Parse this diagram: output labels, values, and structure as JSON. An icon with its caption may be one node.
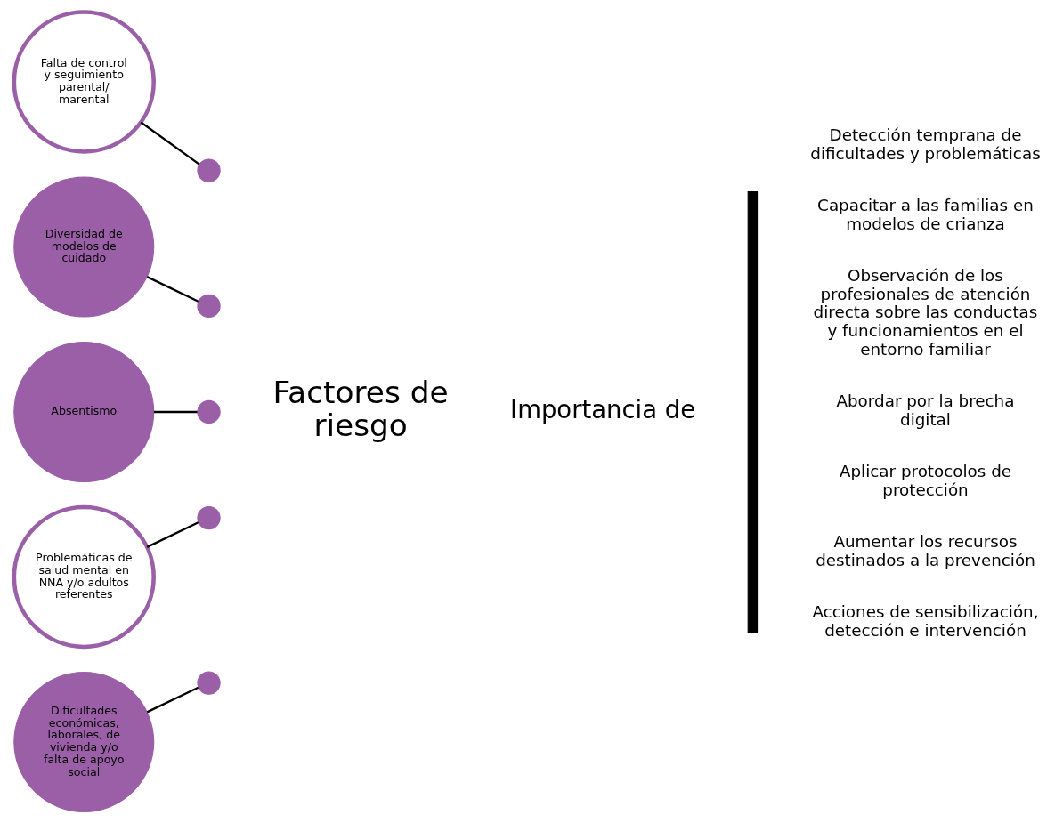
{
  "diagram": {
    "nodes": [
      {
        "text": [
          "Falta de control y seguimiento parental/ marental"
        ]
      },
      {
        "text": [
          "Diversidad de modelos de cuidado"
        ]
      },
      {
        "text": [
          "Absentismo"
        ]
      },
      {
        "text": [
          "Factores de riesgo"
        ]
      },
      {
        "text": [
          "Problemáticas de salud mental en NNA y/o adultos referentes"
        ]
      },
      {
        "text": [
          "Dificultades económicas, laborales, de vivienda y/o falta de apoyo social"
        ]
      },
      {
        "text": [],
        "shape": "circle"
      },
      {
        "text": [],
        "shape": "circle"
      },
      {
        "text": [],
        "shape": "circle"
      },
      {
        "text": [],
        "shape": "circle"
      },
      {
        "text": [],
        "shape": "circle"
      }
    ],
    "edges": [
      {
        "from": 0,
        "to": 6,
        "arrow": "none"
      },
      {
        "from": 1,
        "to": 7,
        "arrow": "none"
      },
      {
        "from": 2,
        "to": 8,
        "arrow": "none"
      },
      {
        "from": 4,
        "to": 9,
        "arrow": "none"
      },
      {
        "from": 5,
        "to": 10,
        "arrow": "none"
      }
    ],
    "labels": [
      "Importancia de",
      "Detección temprana de dificultades y problemáticas",
      "Capacitar a las familias en modelos de crianza",
      "Observación de los profesionales de atención directa sobre las conductas y funcionamientos en el entorno familiar",
      "Abordar por la brecha digital",
      "Aplicar protocolos de protección",
      "Aumentar los recursos destinados a la prevención",
      "Acciones de sensibilización, detección e intervención"
    ]
  }
}
